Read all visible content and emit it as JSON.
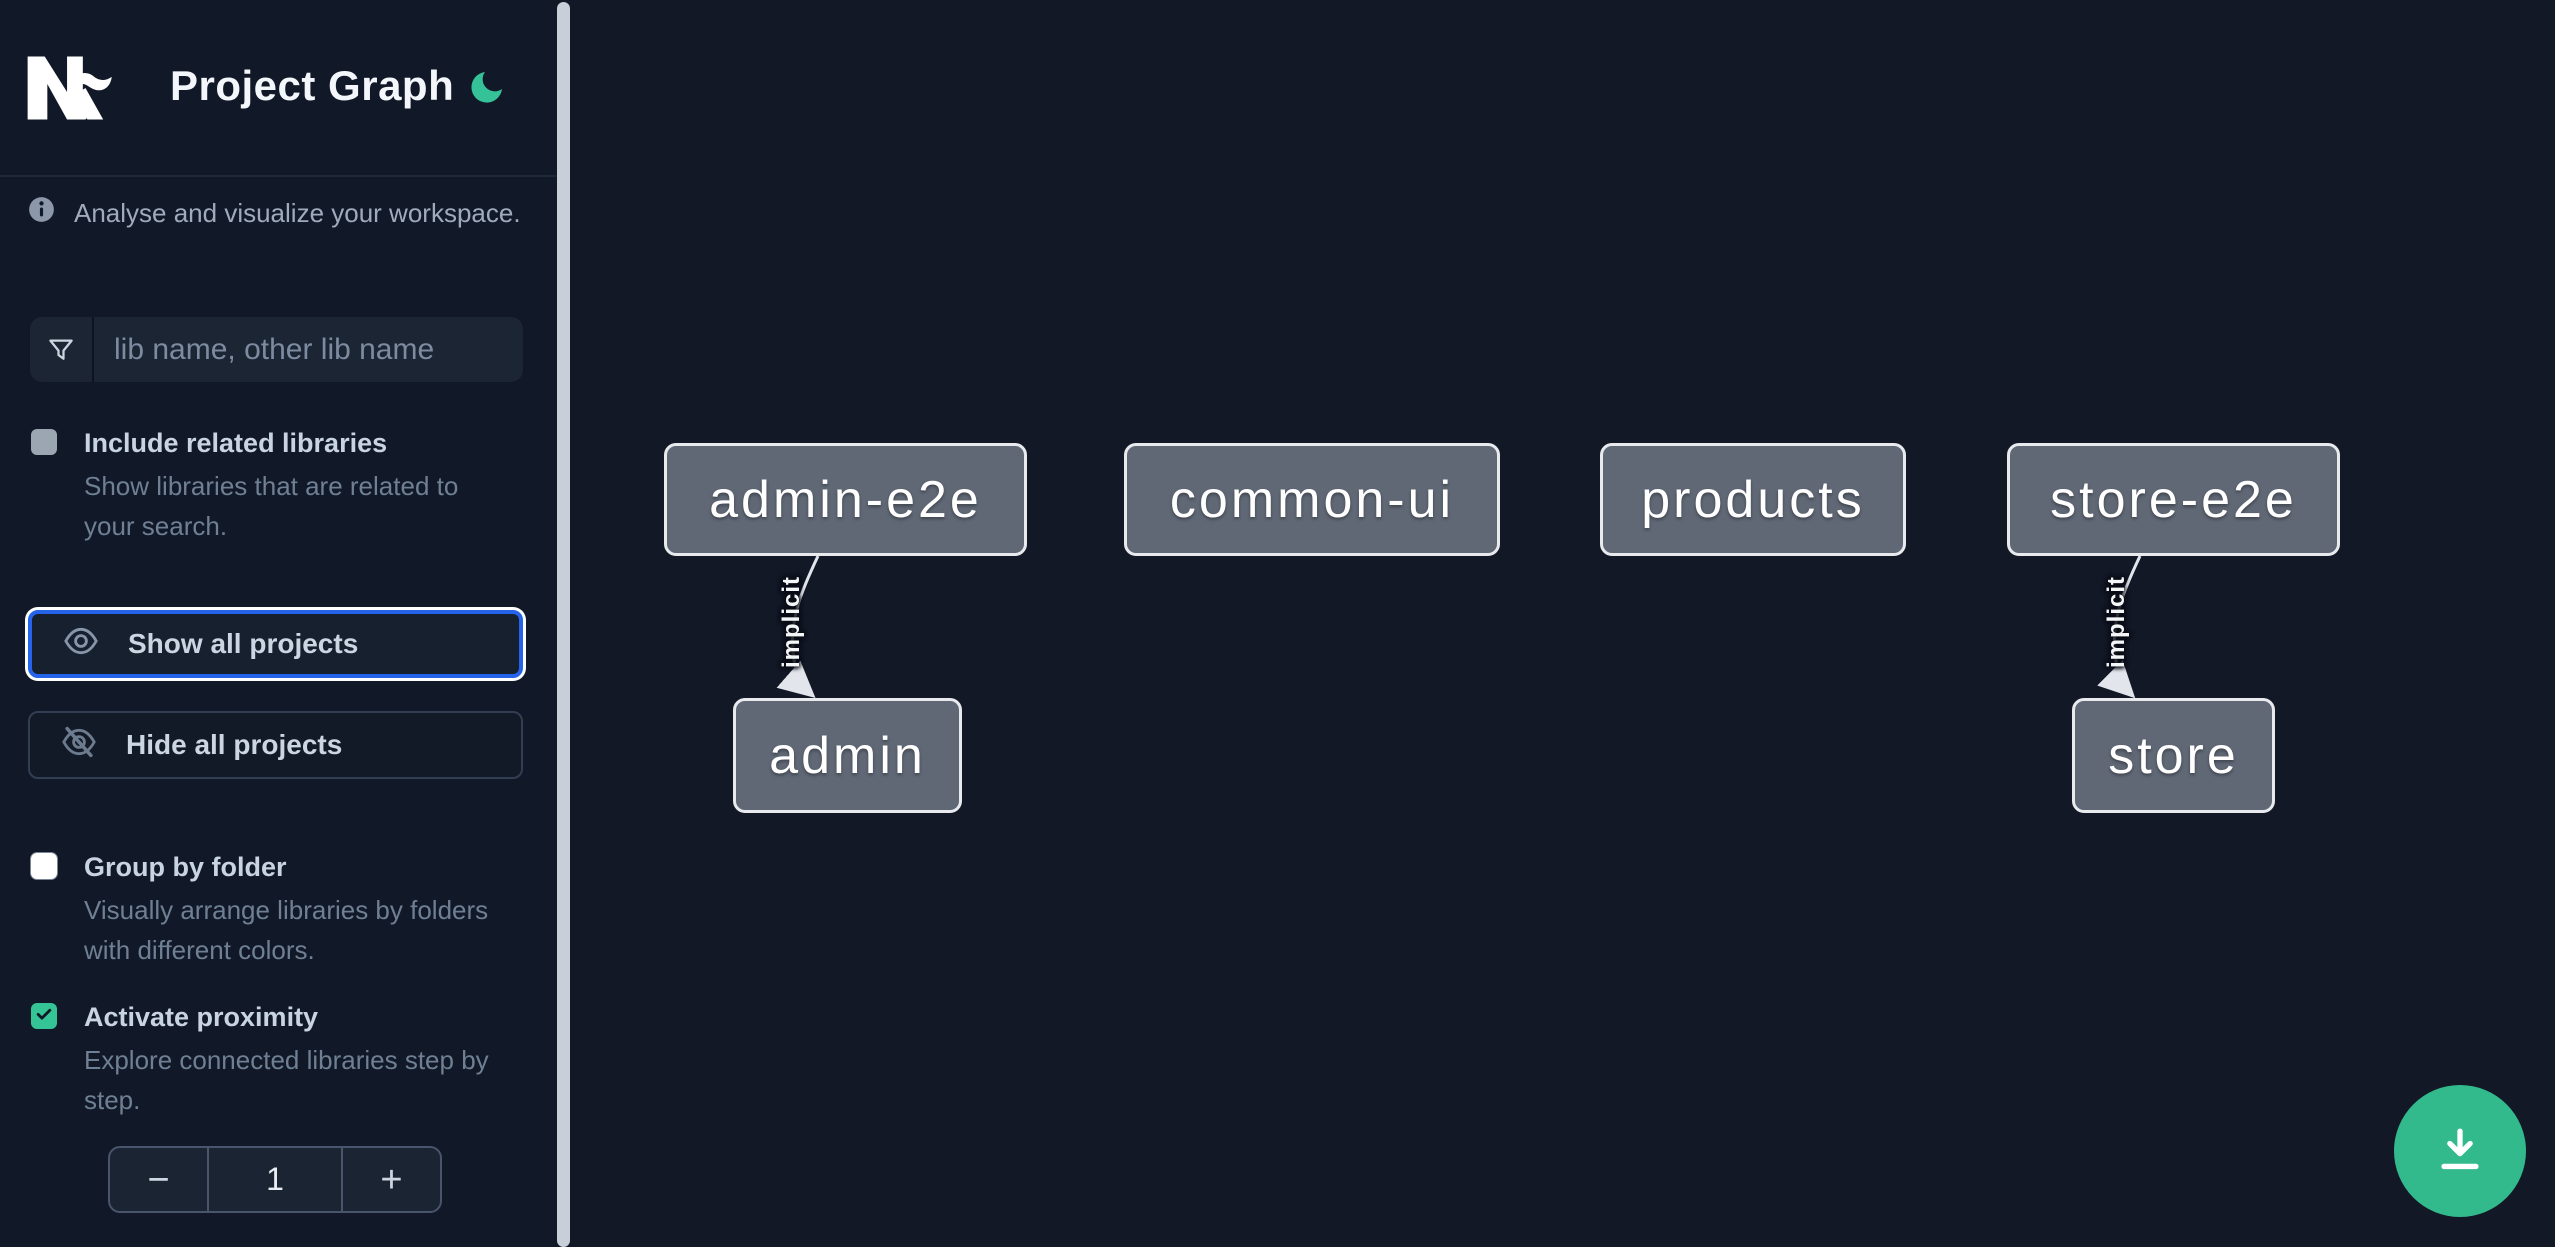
{
  "header": {
    "title": "Project Graph",
    "logo_icon": "nx-logo",
    "theme_toggle_icon": "moon-icon",
    "accent_green": "#35c496"
  },
  "sidebar": {
    "info": {
      "icon": "info-icon",
      "text": "Analyse and visualize your workspace."
    },
    "search": {
      "icon": "funnel-icon",
      "placeholder": "lib name, other lib name",
      "value": ""
    },
    "toggles": [
      {
        "label": "Include related libraries",
        "description": "Show libraries that are related to your search.",
        "checked": false,
        "checkbox_color": "#9ca6b3"
      },
      {
        "label": "Group by folder",
        "description": "Visually arrange libraries by folders with different colors.",
        "checked": false,
        "checkbox_color": "#ffffff"
      },
      {
        "label": "Activate proximity",
        "description": "Explore connected libraries step by step.",
        "checked": true,
        "checkbox_color": "#35c496"
      }
    ],
    "buttons": {
      "show_all": "Show all projects",
      "show_all_icon": "eye-icon",
      "show_all_focus_ring": "#2563eb",
      "hide_all": "Hide all projects",
      "hide_all_icon": "eye-off-icon"
    },
    "proximity_stepper": {
      "decrement": "−",
      "value": "1",
      "increment": "+"
    }
  },
  "graph": {
    "nodes": [
      {
        "label": "admin-e2e"
      },
      {
        "label": "common-ui"
      },
      {
        "label": "products"
      },
      {
        "label": "store-e2e"
      },
      {
        "label": "admin"
      },
      {
        "label": "store"
      }
    ],
    "edges": [
      {
        "source": "admin-e2e",
        "target": "admin",
        "label": "implicit"
      },
      {
        "source": "store-e2e",
        "target": "store",
        "label": "implicit"
      }
    ],
    "node_fill": "#606876",
    "node_border": "#e8eaee",
    "edge_color": "#e2e6ec"
  },
  "floating": {
    "download_icon": "download-icon",
    "download_color": "#32ba8d"
  }
}
